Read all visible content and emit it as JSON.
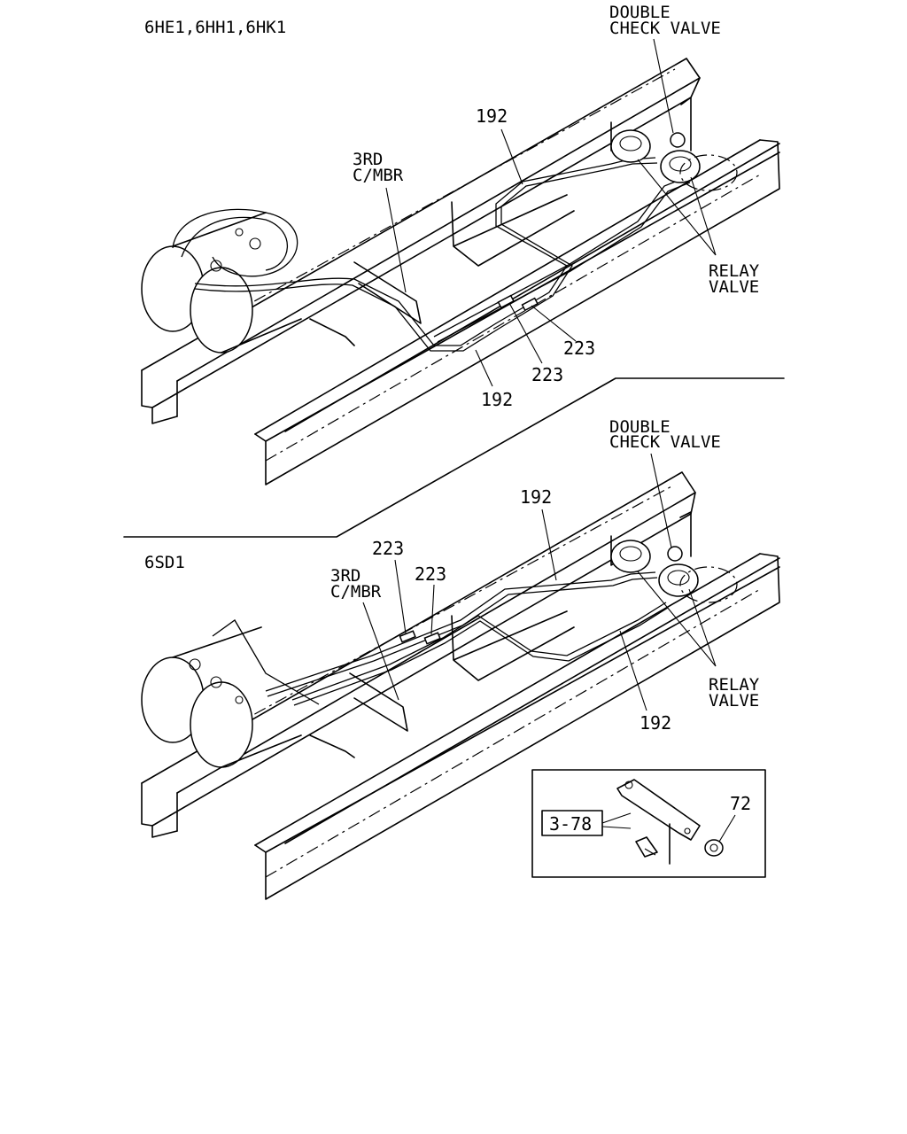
{
  "top": {
    "engines": "6HE1,6HH1,6HK1",
    "double_check_valve": [
      "DOUBLE",
      "CHECK VALVE"
    ],
    "third_member": [
      "3RD",
      "C/MBR"
    ],
    "relay_valve": [
      "RELAY",
      "VALVE"
    ],
    "part_192_upper": "192",
    "part_192_lower": "192",
    "part_223_a": "223",
    "part_223_b": "223"
  },
  "bottom": {
    "engines": "6SD1",
    "double_check_valve": [
      "DOUBLE",
      "CHECK VALVE"
    ],
    "third_member": [
      "3RD",
      "C/MBR"
    ],
    "relay_valve": [
      "RELAY",
      "VALVE"
    ],
    "part_192_upper": "192",
    "part_192_lower": "192",
    "part_223_a": "223",
    "part_223_b": "223"
  },
  "inset": {
    "ref": "3-78",
    "part_72": "72"
  }
}
